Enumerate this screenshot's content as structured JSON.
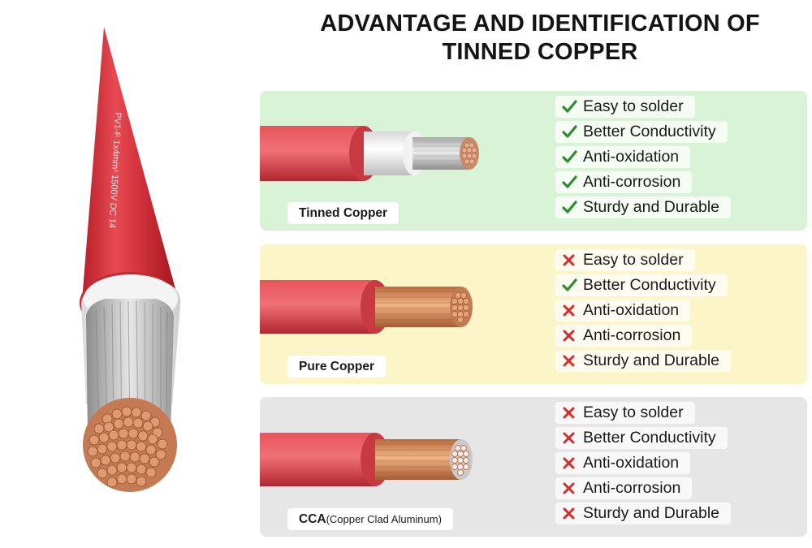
{
  "title_line1": "ADVANTAGE AND IDENTIFICATION OF",
  "title_line2": "TINNED COPPER",
  "jacket_print": "PV1-F 1x4mm² 1500V DC 14",
  "colors": {
    "check": "#2e8b2e",
    "cross": "#d42c2c",
    "cable_red": "#e0404a",
    "panel_tinned": "#d8f3d6",
    "panel_pure": "#fbf5c8",
    "panel_cca": "#e6e6e6"
  },
  "panels": [
    {
      "name": "Tinned Copper",
      "subname": "",
      "core": "tinned",
      "features": [
        {
          "label": "Easy to solder",
          "icon": "check-icon"
        },
        {
          "label": "Better Conductivity",
          "icon": "check-icon"
        },
        {
          "label": "Anti-oxidation",
          "icon": "check-icon"
        },
        {
          "label": "Anti-corrosion",
          "icon": "check-icon"
        },
        {
          "label": "Sturdy and Durable",
          "icon": "check-icon"
        }
      ]
    },
    {
      "name": "Pure Copper",
      "subname": "",
      "core": "copper",
      "features": [
        {
          "label": "Easy to solder",
          "icon": "cross-icon"
        },
        {
          "label": "Better Conductivity",
          "icon": "check-icon"
        },
        {
          "label": "Anti-oxidation",
          "icon": "cross-icon"
        },
        {
          "label": "Anti-corrosion",
          "icon": "cross-icon"
        },
        {
          "label": "Sturdy and Durable",
          "icon": "cross-icon"
        }
      ]
    },
    {
      "name": "CCA",
      "subname": "(Copper Clad Aluminum)",
      "core": "cca",
      "features": [
        {
          "label": "Easy to solder",
          "icon": "cross-icon"
        },
        {
          "label": "Better Conductivity",
          "icon": "cross-icon"
        },
        {
          "label": "Anti-oxidation",
          "icon": "cross-icon"
        },
        {
          "label": "Anti-corrosion",
          "icon": "cross-icon"
        },
        {
          "label": "Sturdy and Durable",
          "icon": "cross-icon"
        }
      ]
    }
  ]
}
